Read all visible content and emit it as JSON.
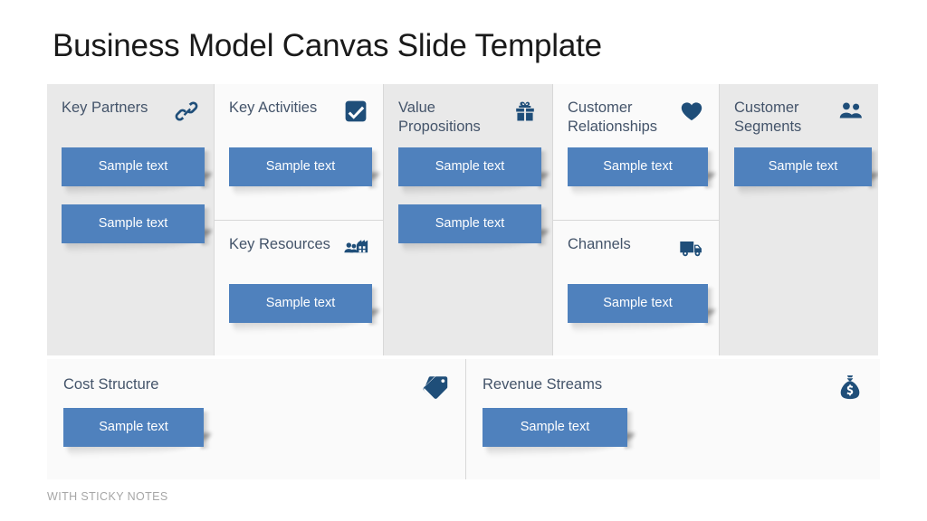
{
  "slide": {
    "title": "Business Model Canvas Slide Template",
    "footer": "WITH STICKY NOTES"
  },
  "colors": {
    "note_blue": "#4F81BD",
    "icon_navy": "#1F4E79",
    "heading_text": "#44546A",
    "panel_gray": "#E9E9E9",
    "panel_white": "#FAFAFA",
    "title_text": "#1A1A1A",
    "footer_text": "#A6A6A6"
  },
  "canvas": {
    "top_row": [
      {
        "id": "key-partners",
        "background": "gray",
        "cells": [
          {
            "title": "Key Partners",
            "icon": "link-chain-icon",
            "notes": [
              {
                "label": "Sample text"
              },
              {
                "label": "Sample text"
              }
            ]
          }
        ]
      },
      {
        "id": "key-activities-resources",
        "background": "white",
        "cells": [
          {
            "title": "Key Activities",
            "icon": "checkbox-check-icon",
            "notes": [
              {
                "label": "Sample text"
              }
            ]
          },
          {
            "title": "Key Resources",
            "icon": "factory-people-icon",
            "notes": [
              {
                "label": "Sample text"
              }
            ]
          }
        ]
      },
      {
        "id": "value-propositions",
        "background": "gray",
        "cells": [
          {
            "title": "Value Propositions",
            "icon": "gift-box-icon",
            "notes": [
              {
                "label": "Sample text"
              },
              {
                "label": "Sample text"
              }
            ]
          }
        ]
      },
      {
        "id": "customer-relationships-channels",
        "background": "white",
        "cells": [
          {
            "title": "Customer Relationships",
            "icon": "heart-icon",
            "notes": [
              {
                "label": "Sample text"
              }
            ]
          },
          {
            "title": "Channels",
            "icon": "delivery-truck-icon",
            "notes": [
              {
                "label": "Sample text"
              }
            ]
          }
        ]
      },
      {
        "id": "customer-segments",
        "background": "gray",
        "cells": [
          {
            "title": "Customer Segments",
            "icon": "two-people-icon",
            "notes": [
              {
                "label": "Sample text"
              }
            ]
          }
        ]
      }
    ],
    "bottom_row": [
      {
        "id": "cost-structure",
        "title": "Cost Structure",
        "icon": "price-tag-icon",
        "notes": [
          {
            "label": "Sample text"
          }
        ]
      },
      {
        "id": "revenue-streams",
        "title": "Revenue Streams",
        "icon": "money-bag-icon",
        "notes": [
          {
            "label": "Sample text"
          }
        ]
      }
    ]
  }
}
